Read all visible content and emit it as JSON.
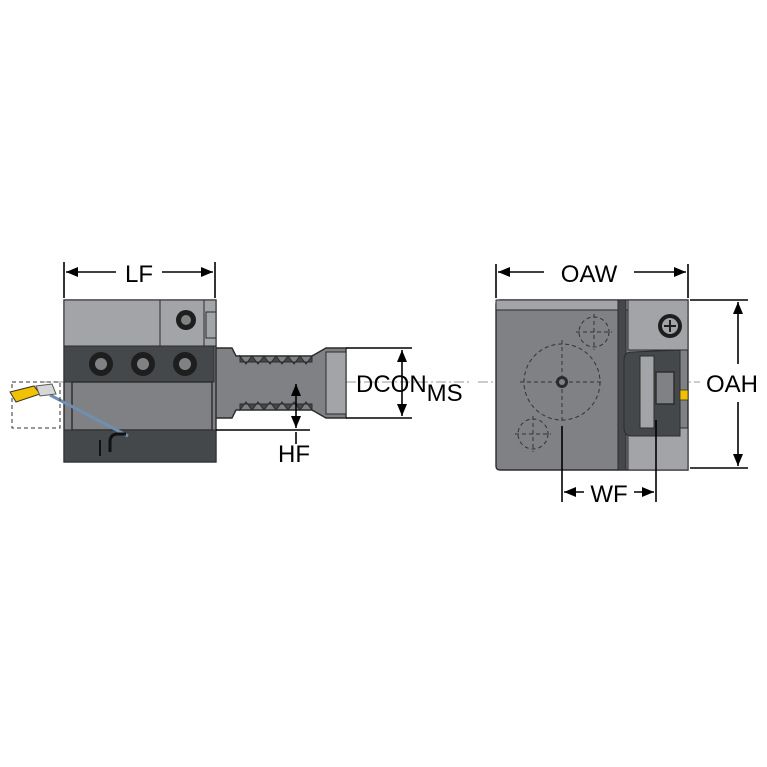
{
  "labels": {
    "lf": "LF",
    "dcon": "DCON",
    "dcon_sub": "MS",
    "hf": "HF",
    "oaw": "OAW",
    "oah": "OAH",
    "wf": "WF"
  },
  "colors": {
    "body": "#7f8184",
    "body_dark": "#45484b",
    "body_light": "#a2a4a7",
    "insert": "#f2c200",
    "coolant": "#6f8fb0"
  }
}
